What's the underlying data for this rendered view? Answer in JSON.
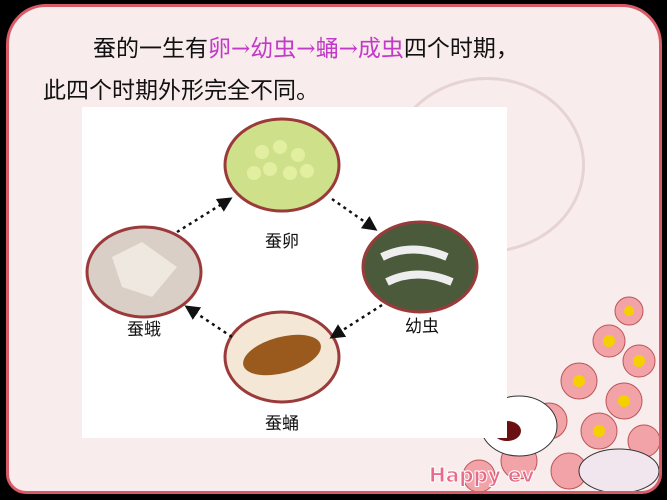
{
  "text": {
    "line1_prefix": "蚕的一生有",
    "line1_stage1": "卵",
    "arrow": "→",
    "line1_stage2": "幼虫",
    "line1_stage3": "蛹",
    "line1_stage4": "成虫",
    "line1_suffix": "四个时期，",
    "line2": "此四个时期外形完全不同。"
  },
  "diagram": {
    "stages": [
      {
        "label": "蚕卵",
        "image": "silkworm-eggs"
      },
      {
        "label": "幼虫",
        "image": "silkworm-larvae"
      },
      {
        "label": "蚕蛹",
        "image": "silkworm-pupa"
      },
      {
        "label": "蚕蛾",
        "image": "silkworm-moth"
      }
    ]
  },
  "decoration": {
    "banner_text": "Happy ev"
  },
  "colors": {
    "highlight": "#c23ac8",
    "frame": "#d85a66",
    "background": "#f9ecec"
  }
}
